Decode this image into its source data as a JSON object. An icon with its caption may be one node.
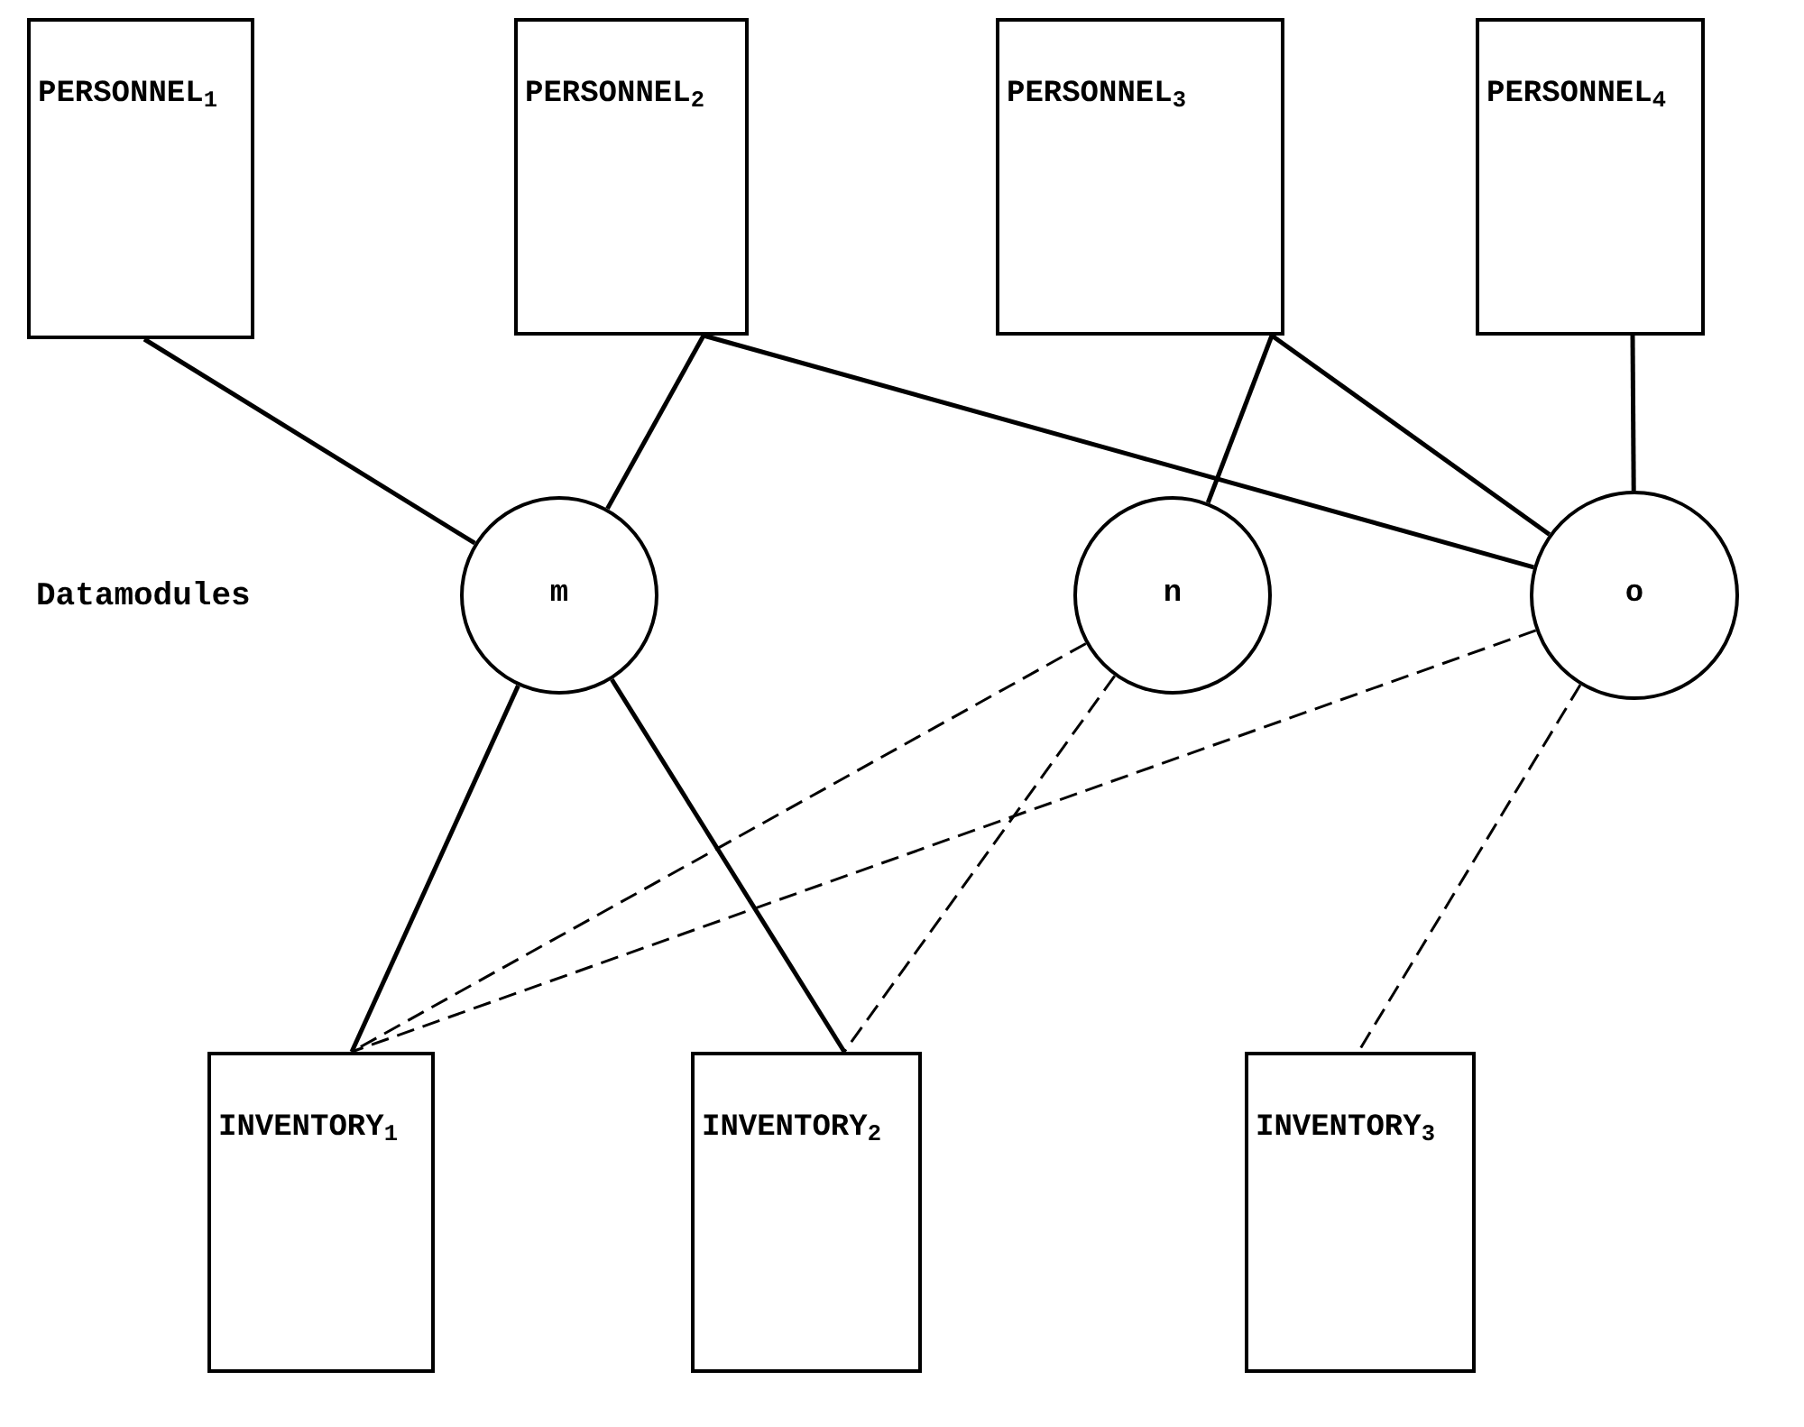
{
  "diagram": {
    "nodes": [
      {
        "text": [
          "PERSONNEL$_{1}$"
        ]
      },
      {
        "text": [
          "PERSONNEL$_{2}$"
        ]
      },
      {
        "text": [
          "PERSONNEL$_{3}$"
        ]
      },
      {
        "text": [
          "PERSONNEL$_{4}$"
        ]
      },
      {
        "text": [
          "m"
        ]
      },
      {
        "text": [
          "n"
        ]
      },
      {
        "text": [
          "o"
        ]
      },
      {
        "text": [
          "INVENTORY$_{1}$"
        ]
      },
      {
        "text": [
          "INVENTORY$_{2}$"
        ]
      },
      {
        "text": [
          "INVENTORY$_{3}$"
        ]
      }
    ],
    "edges": [
      {
        "from": 0,
        "to": 4,
        "arrow": "none"
      },
      {
        "from": 1,
        "to": 4,
        "arrow": "none"
      },
      {
        "from": 1,
        "to": 6,
        "arrow": "none"
      },
      {
        "from": 2,
        "to": 5,
        "arrow": "none"
      },
      {
        "from": 2,
        "to": 6,
        "arrow": "none"
      },
      {
        "from": 3,
        "to": 6,
        "arrow": "none"
      },
      {
        "from": 4,
        "to": 7,
        "arrow": "none"
      },
      {
        "from": 4,
        "to": 8,
        "arrow": "none"
      },
      {
        "from": 5,
        "to": 7,
        "arrow": "none",
        "style": "dashed"
      },
      {
        "from": 5,
        "to": 8,
        "arrow": "none",
        "style": "dashed"
      },
      {
        "from": 6,
        "to": 7,
        "arrow": "none",
        "style": "dashed"
      },
      {
        "from": 6,
        "to": 9,
        "arrow": "none",
        "style": "dashed"
      }
    ],
    "labels": [
      "Datamodules"
    ]
  }
}
